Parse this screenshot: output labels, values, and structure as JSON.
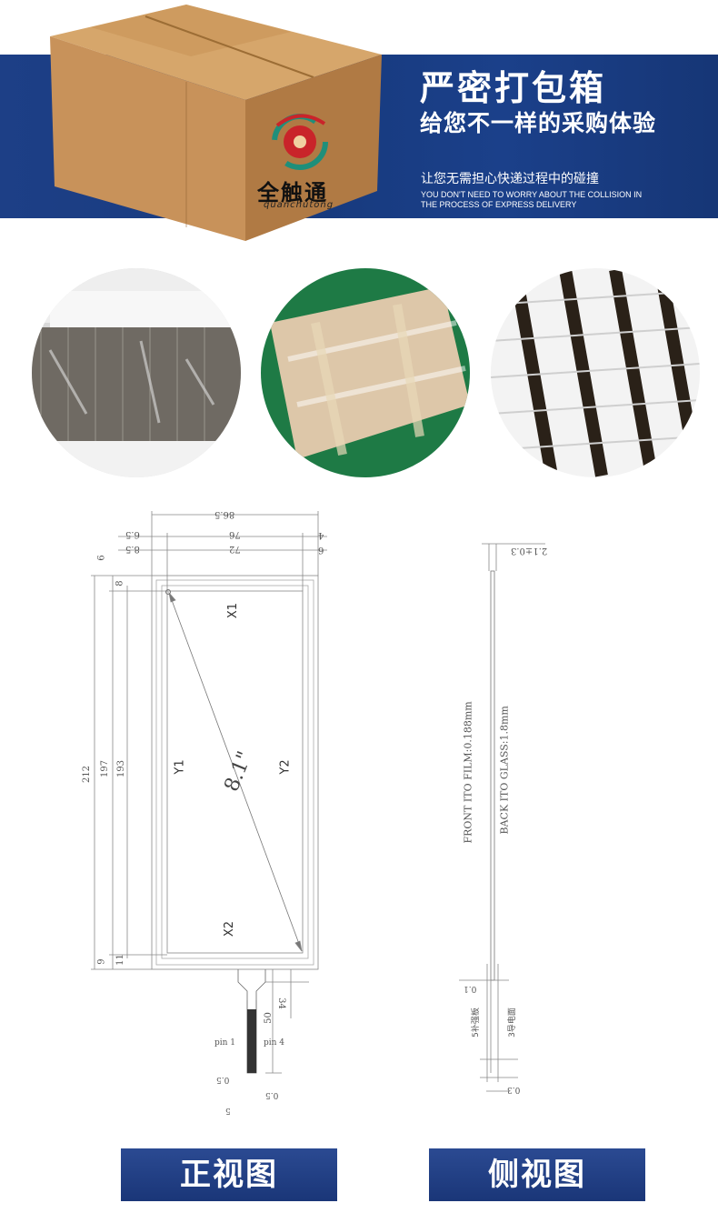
{
  "header": {
    "title": "严密打包箱",
    "subtitle": "给您不一样的采购体验",
    "desc_cn": "让您无需担心快递过程中的碰撞",
    "desc_en_line1": "YOU DON'T NEED TO WORRY ABOUT THE COLLISION IN",
    "desc_en_line2": "THE PROCESS OF EXPRESS DELIVERY",
    "brand_cn": "全触通",
    "brand_en": "quanchutong"
  },
  "photos": [
    {
      "name": "film-stack"
    },
    {
      "name": "wrapped-box"
    },
    {
      "name": "foam-slots"
    }
  ],
  "front_view": {
    "dims_top": [
      "86.5",
      "76",
      "72",
      "6.5",
      "8.5",
      "4",
      "6"
    ],
    "dims_left": [
      "212",
      "197",
      "193",
      "6",
      "8",
      "9",
      "11"
    ],
    "labels": {
      "x1": "X1",
      "x2": "X2",
      "y1": "Y1",
      "y2": "Y2",
      "diag": "8.1\""
    },
    "tail": {
      "d34": "34",
      "d50": "50",
      "pin1": "pin 1",
      "pin4": "pin 4",
      "d05a": "0.5",
      "d05b": "0.5",
      "d5": "5"
    }
  },
  "side_view": {
    "thickness": "2.1±0.3",
    "front_note": "FRONT ITO FILM:0.188mm",
    "back_note": "BACK ITO GLASS:1.8mm",
    "d01": "0.1",
    "label_a": "5补强板",
    "label_b": "3导电面",
    "d03": "0.3"
  },
  "buttons": {
    "front": "正视图",
    "side": "侧视图"
  }
}
